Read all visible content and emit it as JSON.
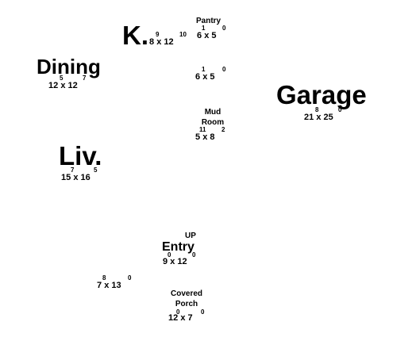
{
  "rooms": {
    "kitchen": {
      "name": "K.",
      "dim_a": "8",
      "dim_a_sup": "9",
      "dim_b": "12",
      "dim_b_sup": "10"
    },
    "pantry": {
      "name": "Pantry",
      "dim_a": "6",
      "dim_a_sup": "1",
      "dim_b": "5",
      "dim_b_sup": "0"
    },
    "pantry_room2": {
      "dim_a": "6",
      "dim_a_sup": "1",
      "dim_b": "5",
      "dim_b_sup": "0"
    },
    "dining": {
      "name": "Dining",
      "dim_a": "12",
      "dim_a_sup": "5",
      "dim_b": "12",
      "dim_b_sup": "7"
    },
    "garage": {
      "name": "Garage",
      "dim_a": "21",
      "dim_a_sup": "8",
      "dim_b": "25",
      "dim_b_sup": "0"
    },
    "mud_room": {
      "name_line1": "Mud",
      "name_line2": "Room",
      "dim_a": "5",
      "dim_a_sup": "11",
      "dim_b": "8",
      "dim_b_sup": "2"
    },
    "living": {
      "name": "Liv.",
      "dim_a": "15",
      "dim_a_sup": "7",
      "dim_b": "16",
      "dim_b_sup": "5"
    },
    "entry": {
      "up_label": "UP",
      "name": "Entry",
      "dim_a": "9",
      "dim_a_sup": "0",
      "dim_b": "12",
      "dim_b_sup": "0"
    },
    "unlabeled": {
      "dim_a": "7",
      "dim_a_sup": "8",
      "dim_b": "13",
      "dim_b_sup": "0"
    },
    "porch": {
      "name_line1": "Covered",
      "name_line2": "Porch",
      "dim_a": "12",
      "dim_a_sup": "0",
      "dim_b": "7",
      "dim_b_sup": "0"
    }
  },
  "separator": "x"
}
